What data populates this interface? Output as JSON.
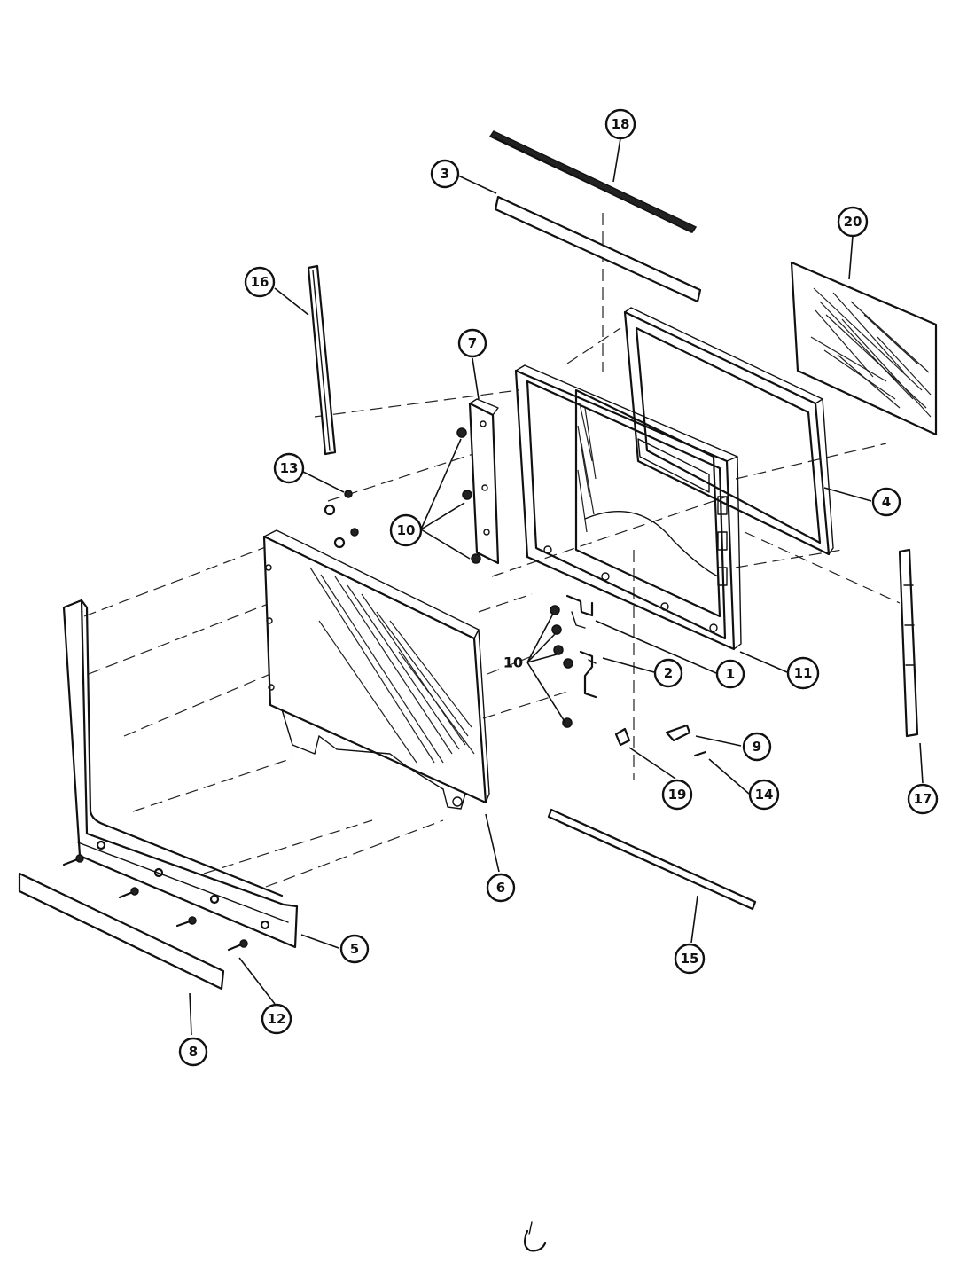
{
  "diagram": {
    "callouts": [
      {
        "id": "c1",
        "label": "1"
      },
      {
        "id": "c2",
        "label": "2"
      },
      {
        "id": "c3",
        "label": "3"
      },
      {
        "id": "c4",
        "label": "4"
      },
      {
        "id": "c5",
        "label": "5"
      },
      {
        "id": "c6",
        "label": "6"
      },
      {
        "id": "c7",
        "label": "7"
      },
      {
        "id": "c8",
        "label": "8"
      },
      {
        "id": "c9",
        "label": "9"
      },
      {
        "id": "c10a",
        "label": "10"
      },
      {
        "id": "c10b",
        "label": "10"
      },
      {
        "id": "c11",
        "label": "11"
      },
      {
        "id": "c12",
        "label": "12"
      },
      {
        "id": "c13",
        "label": "13"
      },
      {
        "id": "c14",
        "label": "14"
      },
      {
        "id": "c15",
        "label": "15"
      },
      {
        "id": "c16",
        "label": "16"
      },
      {
        "id": "c17",
        "label": "17"
      },
      {
        "id": "c18",
        "label": "18"
      },
      {
        "id": "c19",
        "label": "19"
      },
      {
        "id": "c20",
        "label": "20"
      }
    ]
  }
}
